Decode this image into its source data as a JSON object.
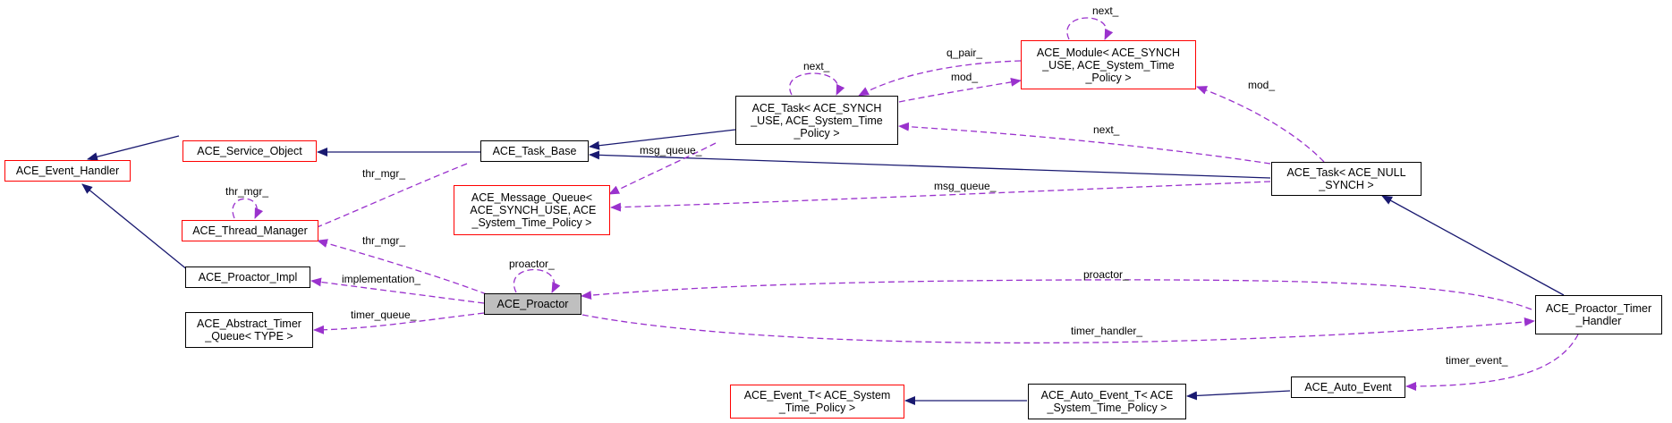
{
  "nodes": {
    "event_handler": "ACE_Event_Handler",
    "service_object": "ACE_Service_Object",
    "thread_manager": "ACE_Thread_Manager",
    "proactor_impl": "ACE_Proactor_Impl",
    "abstract_timer_queue": "ACE_Abstract_Timer\n_Queue< TYPE >",
    "task_base": "ACE_Task_Base",
    "message_queue": "ACE_Message_Queue<\n ACE_SYNCH_USE, ACE\n_System_Time_Policy >",
    "proactor": "ACE_Proactor",
    "task_synch_use": "ACE_Task< ACE_SYNCH\n_USE, ACE_System_Time\n_Policy >",
    "module": "ACE_Module< ACE_SYNCH\n_USE, ACE_System_Time\n_Policy >",
    "task_null_synch": "ACE_Task< ACE_NULL\n_SYNCH >",
    "proactor_timer_handler": "ACE_Proactor_Timer\n_Handler",
    "event_t": "ACE_Event_T< ACE_System\n_Time_Policy >",
    "auto_event_t": "ACE_Auto_Event_T< ACE\n_System_Time_Policy >",
    "auto_event": "ACE_Auto_Event"
  },
  "edge_labels": {
    "thr_mgr_self": "thr_mgr_",
    "thr_mgr_task_base": "thr_mgr_",
    "thr_mgr_proactor": "thr_mgr_",
    "implementation": "implementation_",
    "timer_queue": "timer_queue_",
    "proactor_self": "proactor_",
    "proactor_timer": "proactor_",
    "timer_handler": "timer_handler_",
    "msg_queue_task": "msg_queue_",
    "msg_queue_null": "msg_queue_",
    "next_self": "next_",
    "next_null": "next_",
    "next_module": "next_",
    "q_pair": "q_pair_",
    "mod_task": "mod_",
    "mod_null": "mod_",
    "timer_event": "timer_event_"
  },
  "colors": {
    "inheritance": "#191970",
    "usage": "#9a32cd",
    "node_border": "#000000",
    "node_border_red": "#ff0000",
    "focus_fill": "#bfbfbf"
  }
}
